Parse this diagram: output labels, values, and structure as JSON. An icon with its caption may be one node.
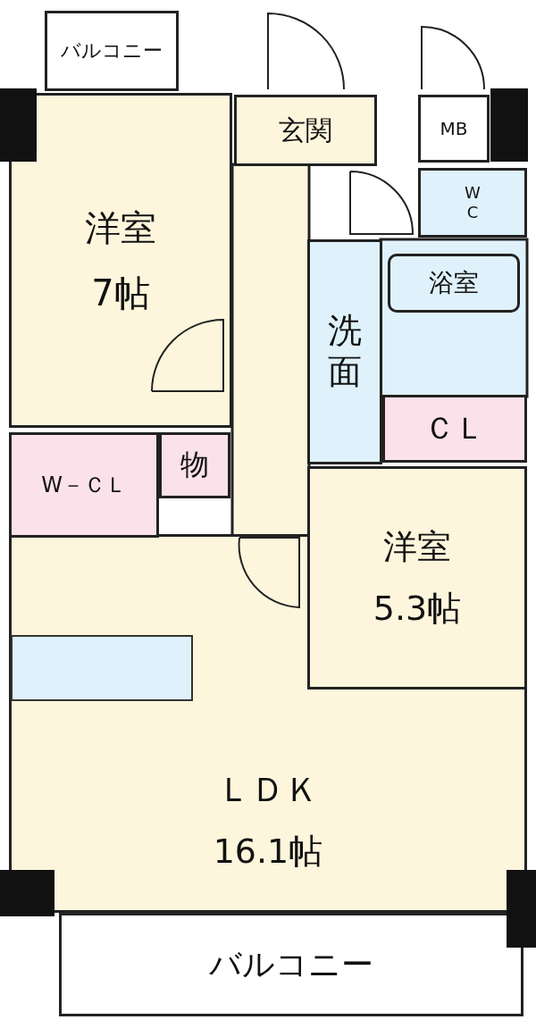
{
  "diagram": {
    "nodes": [
      {
        "text": [
          "バルコニー"
        ]
      },
      {
        "text": [
          "玄関"
        ]
      },
      {
        "text": [
          "MB"
        ]
      },
      {
        "text": [
          "洋室",
          "7帖"
        ]
      },
      {
        "text": [
          "W C"
        ]
      },
      {
        "text": [
          "浴室"
        ]
      },
      {
        "text": [
          "洗面"
        ]
      },
      {
        "text": [
          "ＣＬ"
        ]
      },
      {
        "text": [
          "W－ＣＬ"
        ]
      },
      {
        "text": [
          "物"
        ]
      },
      {
        "text": [
          "洋室",
          "5.3帖"
        ]
      },
      {
        "text": [
          "ＬＤＫ",
          "16.1帖"
        ]
      },
      {
        "text": [
          "バルコニー"
        ]
      }
    ],
    "edges": []
  }
}
